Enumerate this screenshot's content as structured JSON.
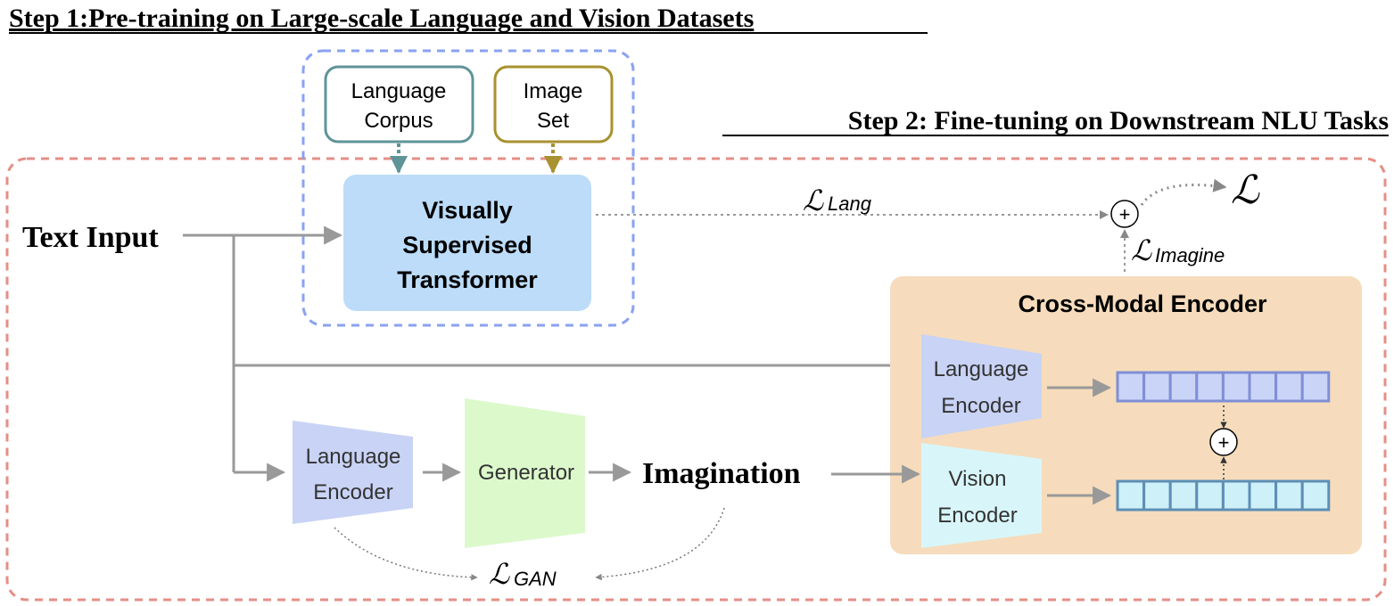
{
  "step1_title": "Step 1:Pre-training on Large-scale Language and Vision Datasets",
  "step2_title": "Step 2: Fine-tuning on Downstream NLU Tasks",
  "language_corpus": [
    "Language",
    "Corpus"
  ],
  "image_set": [
    "Image",
    "Set"
  ],
  "vst": [
    "Visually",
    "Supervised",
    "Transformer"
  ],
  "text_input": "Text Input",
  "cross_modal_title": "Cross-Modal Encoder",
  "cm_language_encoder": [
    "Language",
    "Encoder"
  ],
  "cm_vision_encoder": [
    "Vision",
    "Encoder"
  ],
  "bottom_language_encoder": [
    "Language",
    "Encoder"
  ],
  "generator": "Generator",
  "imagination": "Imagination",
  "loss_symbol": "ℒ",
  "loss_lang_sub": "Lang",
  "loss_imagine_sub": "Imagine",
  "loss_gan_sub": "GAN",
  "plus": "+",
  "colors": {
    "pretrain_border": "#8aa2f0",
    "finetune_border": "#e58f87",
    "corpus_border": "#5f9499",
    "imageset_border": "#a8922f",
    "vst_fill": "#bcdcfa",
    "cross_modal_fill": "#f6dcbc",
    "lang_enc_fill": "#c8d3f5",
    "vision_enc_fill": "#d8f6fa",
    "generator_fill": "#dcf9cc",
    "arrow": "#999999",
    "lang_feat_fill": "#c9d4f7",
    "lang_feat_border": "#7f8fd6",
    "vis_feat_fill": "#cdf0f9",
    "vis_feat_border": "#5d8fb5"
  }
}
